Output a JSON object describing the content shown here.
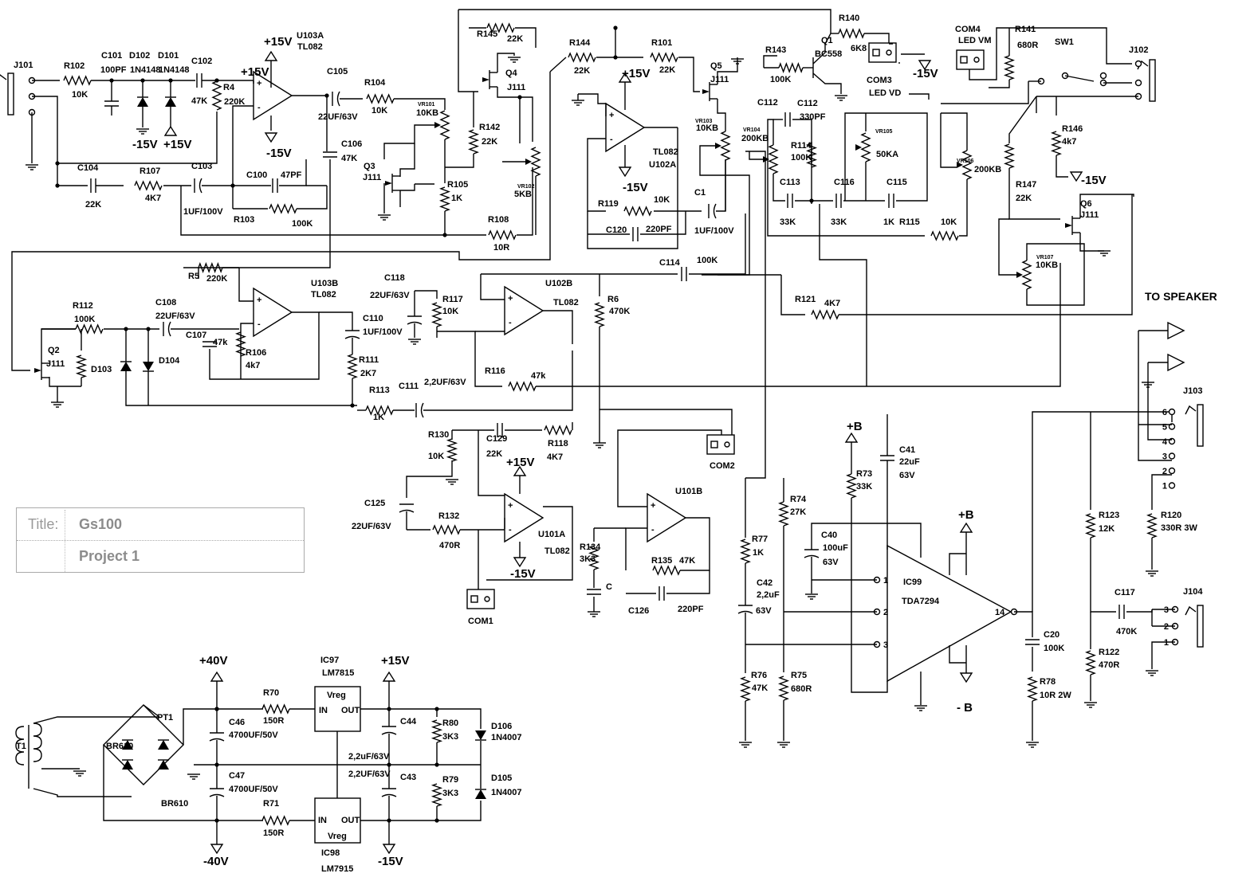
{
  "title_block": {
    "title_label": "Title:",
    "title_value": "Gs100",
    "project": "Project 1"
  },
  "output_label": "TO SPEAKER",
  "labels": {
    "J101": "J101",
    "R102": "R102",
    "R102v": "10K",
    "C101": "C101",
    "C101v": "100PF",
    "D102": "D102",
    "D102v": "1N4148",
    "D101": "D101",
    "D101v": "1N4148",
    "C102": "C102",
    "C102v": "47K",
    "R4": "R4",
    "R4v": "220K",
    "U103A": "U103A",
    "TL082": "TL082",
    "p15": "+15V",
    "m15": "-15V",
    "C105": "C105",
    "C105v": "22UF/63V",
    "R104": "R104",
    "R104v": "10K",
    "VR101": "VR101",
    "VR101v": "10KB",
    "R145": "R145",
    "R145v": "22K",
    "Q4": "Q4",
    "J111": "J111",
    "R142": "R142",
    "R142v": "22K",
    "VR102": "VR102",
    "VR102v": "5KB",
    "Q3": "Q3",
    "R105": "R105",
    "R105v": "1K",
    "R108": "R108",
    "R108v": "10R",
    "C104": "C104",
    "C104v": "22K",
    "R107": "R107",
    "R107v": "4K7",
    "C103": "C103",
    "C103v": "1UF/100V",
    "C100": "C100",
    "C100v": "47PF",
    "R103": "R103",
    "R103v": "100K",
    "C106": "C106",
    "C106v": "47K",
    "R144": "R144",
    "R144v": "22K",
    "R101": "R101",
    "R101v": "22K",
    "U102A": "U102A",
    "Q5": "Q5",
    "VR103": "VR103",
    "VR103v": "10KB",
    "R119": "R119",
    "R119v": "10K",
    "C120": "C120",
    "C120v": "220PF",
    "C1": "C1",
    "C1v": "1UF/100V",
    "R140": "R140",
    "R140v": "6K8",
    "R143": "R143",
    "R143v": "100K",
    "Q1": "Q1",
    "BC558": "BC558",
    "COM3": "COM3",
    "LEDVD": "LED VD",
    "COM4": "COM4",
    "LEDVM": "LED VM",
    "R141": "R141",
    "R141v": "680R",
    "SW1": "SW1",
    "J102": "J102",
    "C112": "C112",
    "C112v": "330PF",
    "VR104": "VR104",
    "VR104v": "200KB",
    "R114": "R114",
    "R114v": "100K",
    "VR105": "VR105",
    "VR105v": "50KA",
    "C113": "C113",
    "C113v": "33K",
    "C116": "C116",
    "C116v": "33K",
    "C115": "C115",
    "C115v": "1K",
    "R115": "R115",
    "R115v": "10K",
    "VR106": "VR106",
    "VR106v": "200KB",
    "R146": "R146",
    "R146v": "4k7",
    "R147": "R147",
    "R147v": "22K",
    "Q6": "Q6",
    "VR107": "VR107",
    "VR107v": "10KB",
    "R5": "R5",
    "R5v": "220K",
    "U103B": "U103B",
    "R112": "R112",
    "R112v": "100K",
    "C108": "C108",
    "C108v": "22UF/63V",
    "C107": "C107",
    "C107v": "47k",
    "R106": "R106",
    "R106v": "4k7",
    "Q2": "Q2",
    "D103": "D103",
    "D104": "D104",
    "C110": "C110",
    "C110v": "1UF/100V",
    "R111": "R111",
    "R111v": "2K7",
    "R113": "R113",
    "R113v": "1K",
    "C111": "C111",
    "C111v": "2,2UF/63V",
    "C118": "C118",
    "C118v": "22UF/63V",
    "R117": "R117",
    "R117v": "10K",
    "U102B": "U102B",
    "R116": "R116",
    "R116v": "47k",
    "R6": "R6",
    "R6v": "470K",
    "C114": "C114",
    "C114v": "100K",
    "R121": "R121",
    "R121v": "4K7",
    "R130": "R130",
    "R130v": "10K",
    "C129": "C129",
    "C129v": "22K",
    "R118": "R118",
    "R118v": "4K7",
    "C125": "C125",
    "C125v": "22UF/63V",
    "R132": "R132",
    "R132v": "470R",
    "U101A": "U101A",
    "COM1": "COM1",
    "COM2": "COM2",
    "U101B": "U101B",
    "R134": "R134",
    "R134v": "3K3",
    "R135": "R135",
    "R135v": "47K",
    "C126": "C126",
    "C126v": "220PF",
    "Cc": "C",
    "J103": "J103",
    "R120": "R120",
    "R120v": "330R 3W",
    "pB": "+B",
    "mB": "- B",
    "C41": "C41",
    "C41v": "22uF",
    "C41v2": "63V",
    "R73": "R73",
    "R73v": "33K",
    "R74": "R74",
    "R74v": "27K",
    "C40": "C40",
    "C40v": "100uF",
    "C40v2": "63V",
    "IC99": "IC99",
    "TDA7294": "TDA7294",
    "R77": "R77",
    "R77v": "1K",
    "C42": "C42",
    "C42v": "2,2uF",
    "C42v2": "63V",
    "R76": "R76",
    "R76v": "47K",
    "R75": "R75",
    "R75v": "680R",
    "C20": "C20",
    "C20v": "100K",
    "R78": "R78",
    "R78v": "10R 2W",
    "R123": "R123",
    "R123v": "12K",
    "R122": "R122",
    "R122v": "470R",
    "C117": "C117",
    "C117v": "470K",
    "J104": "J104",
    "T1": "T1",
    "PT1": "PT1",
    "BR610": "BR610",
    "p40": "+40V",
    "m40": "-40V",
    "IC97": "IC97",
    "LM7815": "LM7815",
    "IC98": "IC98",
    "LM7915": "LM7915",
    "Vreg": "Vreg",
    "IN": "IN",
    "OUT": "OUT",
    "R70": "R70",
    "R70v": "150R",
    "R71": "R71",
    "R71v": "150R",
    "C46": "C46",
    "C46v": "4700UF/50V",
    "C47": "C47",
    "C47v": "4700UF/50V",
    "C44": "C44",
    "C43": "C43",
    "C44v": "2,2uF/63V",
    "C43v": "2,2UF/63V",
    "R80": "R80",
    "R80v": "3K3",
    "R79": "R79",
    "R79v": "3K3",
    "D106": "D106",
    "D106v": "1N4007",
    "D105": "D105",
    "D105v": "1N4007"
  }
}
